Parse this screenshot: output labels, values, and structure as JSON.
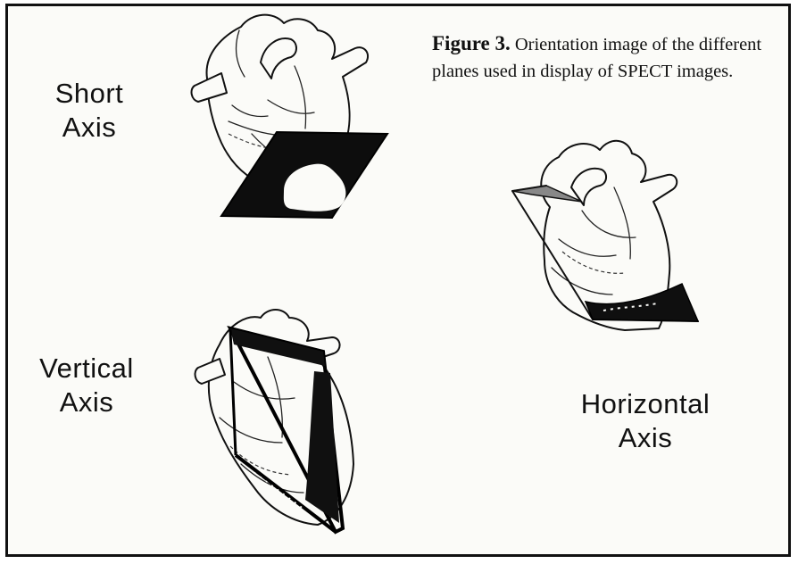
{
  "figure": {
    "number_label": "Figure 3.",
    "caption_text": "Orientation image of the different planes used in display of SPECT images."
  },
  "views": {
    "short_axis": {
      "line1": "Short",
      "line2": "Axis"
    },
    "vertical_axis": {
      "line1": "Vertical",
      "line2": "Axis"
    },
    "horizontal_axis": {
      "line1": "Horizontal",
      "line2": "Axis"
    }
  },
  "colors": {
    "ink": "#111111",
    "paper": "#fbfbf8"
  }
}
